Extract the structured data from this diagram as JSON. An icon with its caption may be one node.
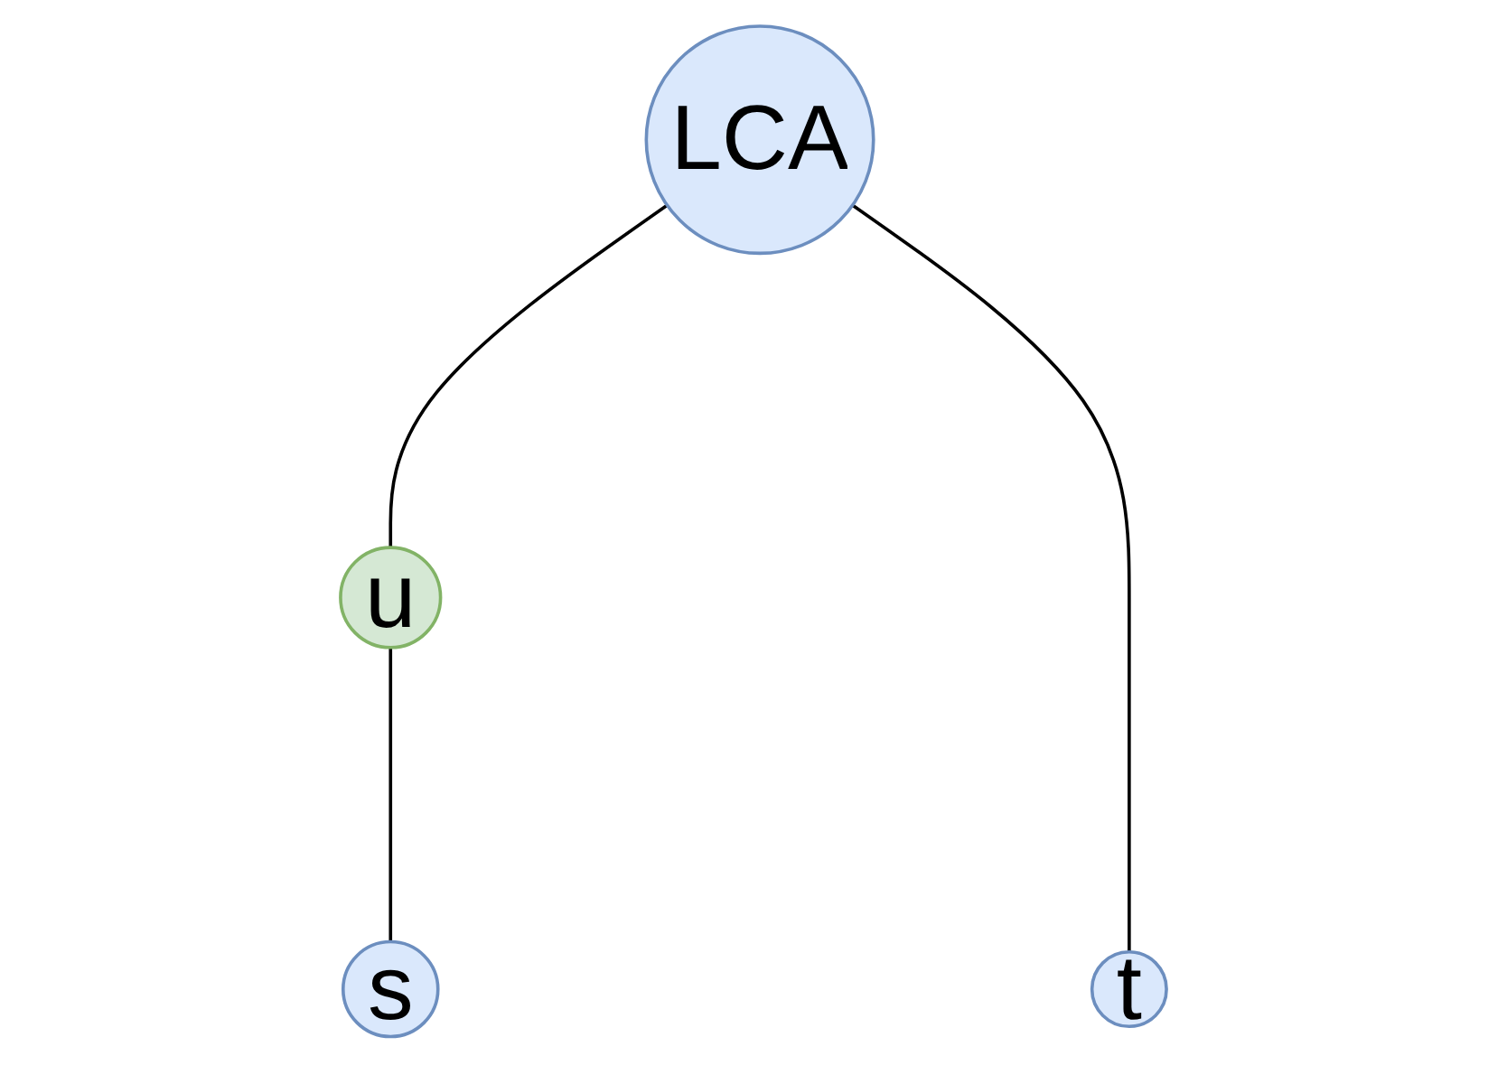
{
  "diagram": {
    "nodes": [
      {
        "text": [
          "LCA"
        ]
      },
      {
        "text": [
          "u"
        ]
      },
      {
        "text": [
          "s"
        ]
      },
      {
        "text": [
          "t"
        ]
      }
    ],
    "edges": [
      {
        "from": 0,
        "to": 1,
        "arrow": "none"
      },
      {
        "from": 1,
        "to": 2,
        "arrow": "none"
      },
      {
        "from": 0,
        "to": 3,
        "arrow": "none"
      }
    ]
  }
}
